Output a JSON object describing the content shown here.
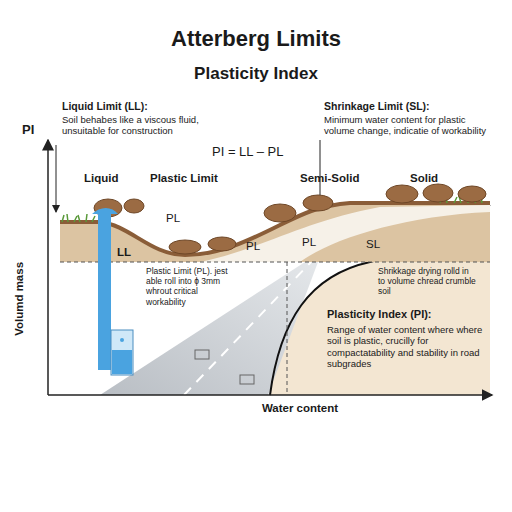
{
  "diagram": {
    "title": "Atterberg Limits",
    "labels": [
      "Plasticity Index",
      "PI",
      "Liquid Limit (LL):",
      "Soil behabes like a viscous fluid, unsuitable for construction",
      "Shrinkage Limit (SL):",
      "Minimum water content for plastic volume change, indicatie of workability",
      "PI = LL – PL",
      "Liquid",
      "Plastic Limit",
      "Semi-Solid",
      "Solid",
      "PL",
      "LL",
      "PL",
      "PL",
      "SL",
      "Plastic Limit (PL). jest able roll into ɸ 3mm whrout critical workability",
      "Shrikkage drying rolld in to volume chread crumble soil",
      "Plasticity Index (PI):",
      "Range of water content where where soil is plastic, crucilly for compactatability and stability in road subgrades",
      "Volumd mass",
      "Water content"
    ]
  }
}
